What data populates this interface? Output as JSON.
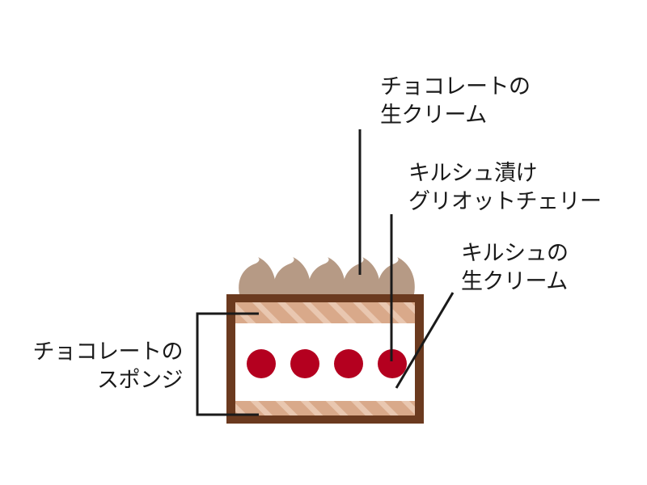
{
  "labels": {
    "choco_cream": [
      "チョコレートの",
      "生クリーム"
    ],
    "cherry": [
      "キルシュ漬け",
      "グリオットチェリー"
    ],
    "kirsch_cream": [
      "キルシュの",
      "生クリーム"
    ],
    "sponge": [
      "チョコレートの",
      "スポンジ"
    ]
  },
  "colors": {
    "frame": "#6b3a1f",
    "sponge_light": "#d9a98a",
    "sponge_stripe": "#e9c7b0",
    "cream_dollop": "#b69a85",
    "cherry": "#b4001f",
    "filling": "#ffffff",
    "line": "#1a1a1a"
  },
  "cake": {
    "dollop_count": 5,
    "cherry_count": 4
  }
}
